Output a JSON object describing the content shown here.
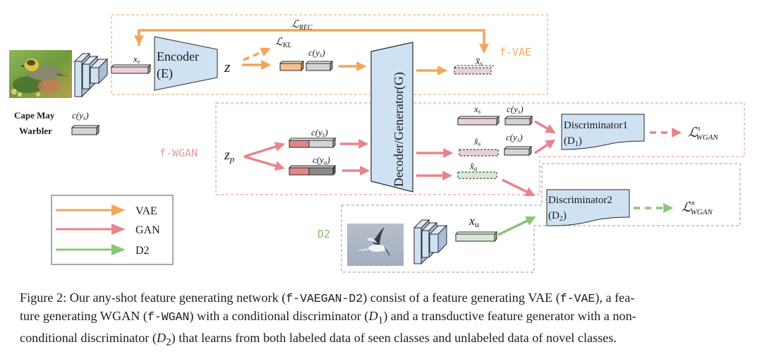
{
  "figure": {
    "boxes": {
      "vae_label": "f-VAE",
      "wgan_label": "f-WGAN",
      "d2_label": "D2"
    },
    "colors": {
      "vae": "#f2a65a",
      "gan": "#e8848c",
      "d2": "#8cc47a",
      "module_fill": "#cfe2f3",
      "vae_box_border": "#e0a060",
      "wgan_box_border": "#e08a94",
      "d2_box_border": "#9a9a9a",
      "feature_seen": "#e8d0d8",
      "feature_unseen": "#d8ead4",
      "attr_seen": "#d4d4d4",
      "attr_unseen": "#8a8a8a",
      "noise": "#e0858a",
      "kl_vec": "#f6c08e"
    },
    "seen_image": {
      "caption_line1": "Cape May",
      "caption_line2": "Warbler",
      "attr_label": "c(ys)"
    },
    "vae": {
      "xs_label": "x_s",
      "encoder_line1": "Encoder",
      "encoder_line2": "(E)",
      "z_label": "z",
      "lkl_label": "L_KL",
      "cys_label": "c(y_s)",
      "lrec_label": "L_REC",
      "xbar_label": "x̄_s"
    },
    "decoder_label": "Decoder/Generator(G)",
    "wgan": {
      "zp_label": "z_p",
      "cys_label": "c(y_s)",
      "cyu_label": "c(y_u)",
      "real_xs_label": "x_s",
      "real_cys_label": "c(y_s)",
      "hat_xs_label": "x̂_s",
      "hat_cys_label": "c(y_s)",
      "hat_xu_label": "x̂_u"
    },
    "d1": {
      "line1": "Discriminator1",
      "line2_main": "(D",
      "line2_sub": "1",
      "line2_end": ")",
      "loss_main": "ℒ",
      "loss_sup": "s",
      "loss_sub": "WGAN"
    },
    "d2": {
      "line1": "Discriminator2",
      "line2_main": "(D",
      "line2_sub": "2",
      "line2_end": ")",
      "loss_main": "ℒ",
      "loss_sup": "n",
      "loss_sub": "WGAN",
      "xu_label": "x_u"
    },
    "legend": [
      {
        "label": "VAE",
        "color_key": "vae"
      },
      {
        "label": "GAN",
        "color_key": "gan"
      },
      {
        "label": "D2",
        "color_key": "d2"
      }
    ]
  },
  "caption": {
    "l1_a": "Figure 2: Our any-shot feature generating network (",
    "l1_code1": "f-VAEGAN-D2",
    "l1_b": ") consist of a feature generating VAE (",
    "l1_code2": "f-VAE",
    "l1_c": "), a fea-",
    "l2_a": "ture generating WGAN (",
    "l2_code": "f-WGAN",
    "l2_b": ") with a conditional discriminator (",
    "l2_it": "D",
    "l2_sub": "1",
    "l2_c": ") and a transductive feature generator with a non-",
    "l3_a": "conditional discriminator (",
    "l3_it": "D",
    "l3_sub": "2",
    "l3_b": ") that learns from both labeled data of seen classes and unlabeled data of novel classes."
  }
}
